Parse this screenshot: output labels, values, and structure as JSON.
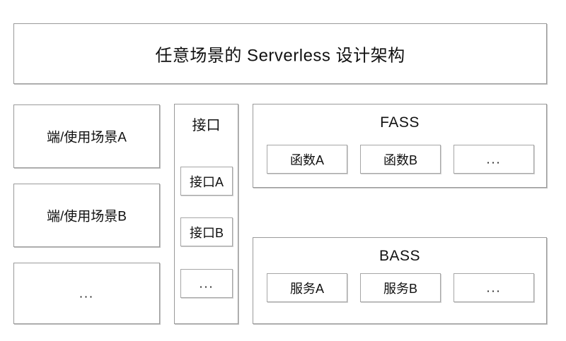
{
  "diagram": {
    "title": "任意场景的 Serverless 设计架构",
    "clients": {
      "items": [
        {
          "label": "端/使用场景A"
        },
        {
          "label": "端/使用场景B"
        },
        {
          "label": "..."
        }
      ]
    },
    "interface": {
      "heading": "接口",
      "items": [
        {
          "label": "接口A"
        },
        {
          "label": "接口B"
        },
        {
          "label": "..."
        }
      ]
    },
    "panels": [
      {
        "heading": "FASS",
        "items": [
          {
            "label": "函数A"
          },
          {
            "label": "函数B"
          },
          {
            "label": "..."
          }
        ]
      },
      {
        "heading": "BASS",
        "items": [
          {
            "label": "服务A"
          },
          {
            "label": "服务B"
          },
          {
            "label": "..."
          }
        ]
      }
    ]
  },
  "colors": {
    "background": "#ffffff",
    "border": "#9a9a9a",
    "inner_border": "#a6a6a6",
    "text": "#111111"
  }
}
